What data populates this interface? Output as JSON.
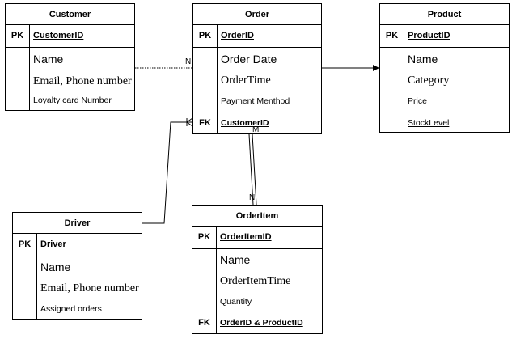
{
  "entities": {
    "customer": {
      "title": "Customer",
      "pk_label": "PK",
      "pk": "CustomerID",
      "attrs": [
        "Name",
        "Email, Phone number",
        "Loyalty card Number"
      ]
    },
    "order": {
      "title": "Order",
      "pk_label": "PK",
      "pk": "OrderID",
      "attrs": [
        "Order Date",
        "OrderTime",
        "Payment Menthod"
      ],
      "fk_label": "FK",
      "fk": "CustomerID"
    },
    "product": {
      "title": "Product",
      "pk_label": "PK",
      "pk": "ProductID",
      "attrs": [
        "Name",
        "Category",
        "Price",
        "StockLevel"
      ]
    },
    "driver": {
      "title": "Driver",
      "pk_label": "PK",
      "pk": "Driver",
      "attrs": [
        "Name",
        "Email, Phone number",
        "Assigned orders"
      ]
    },
    "orderitem": {
      "title": "OrderItem",
      "pk_label": "PK",
      "pk": "OrderItemID",
      "attrs": [
        "Name",
        "OrderItemTime",
        "Quantity"
      ],
      "fk_label": "FK",
      "fk": "OrderID & ProductID"
    }
  },
  "relation_labels": {
    "customer_order_n": "N",
    "order_orderitem_m": "M",
    "order_orderitem_n": "N"
  },
  "colors": {
    "line": "#000000",
    "background": "#ffffff"
  }
}
